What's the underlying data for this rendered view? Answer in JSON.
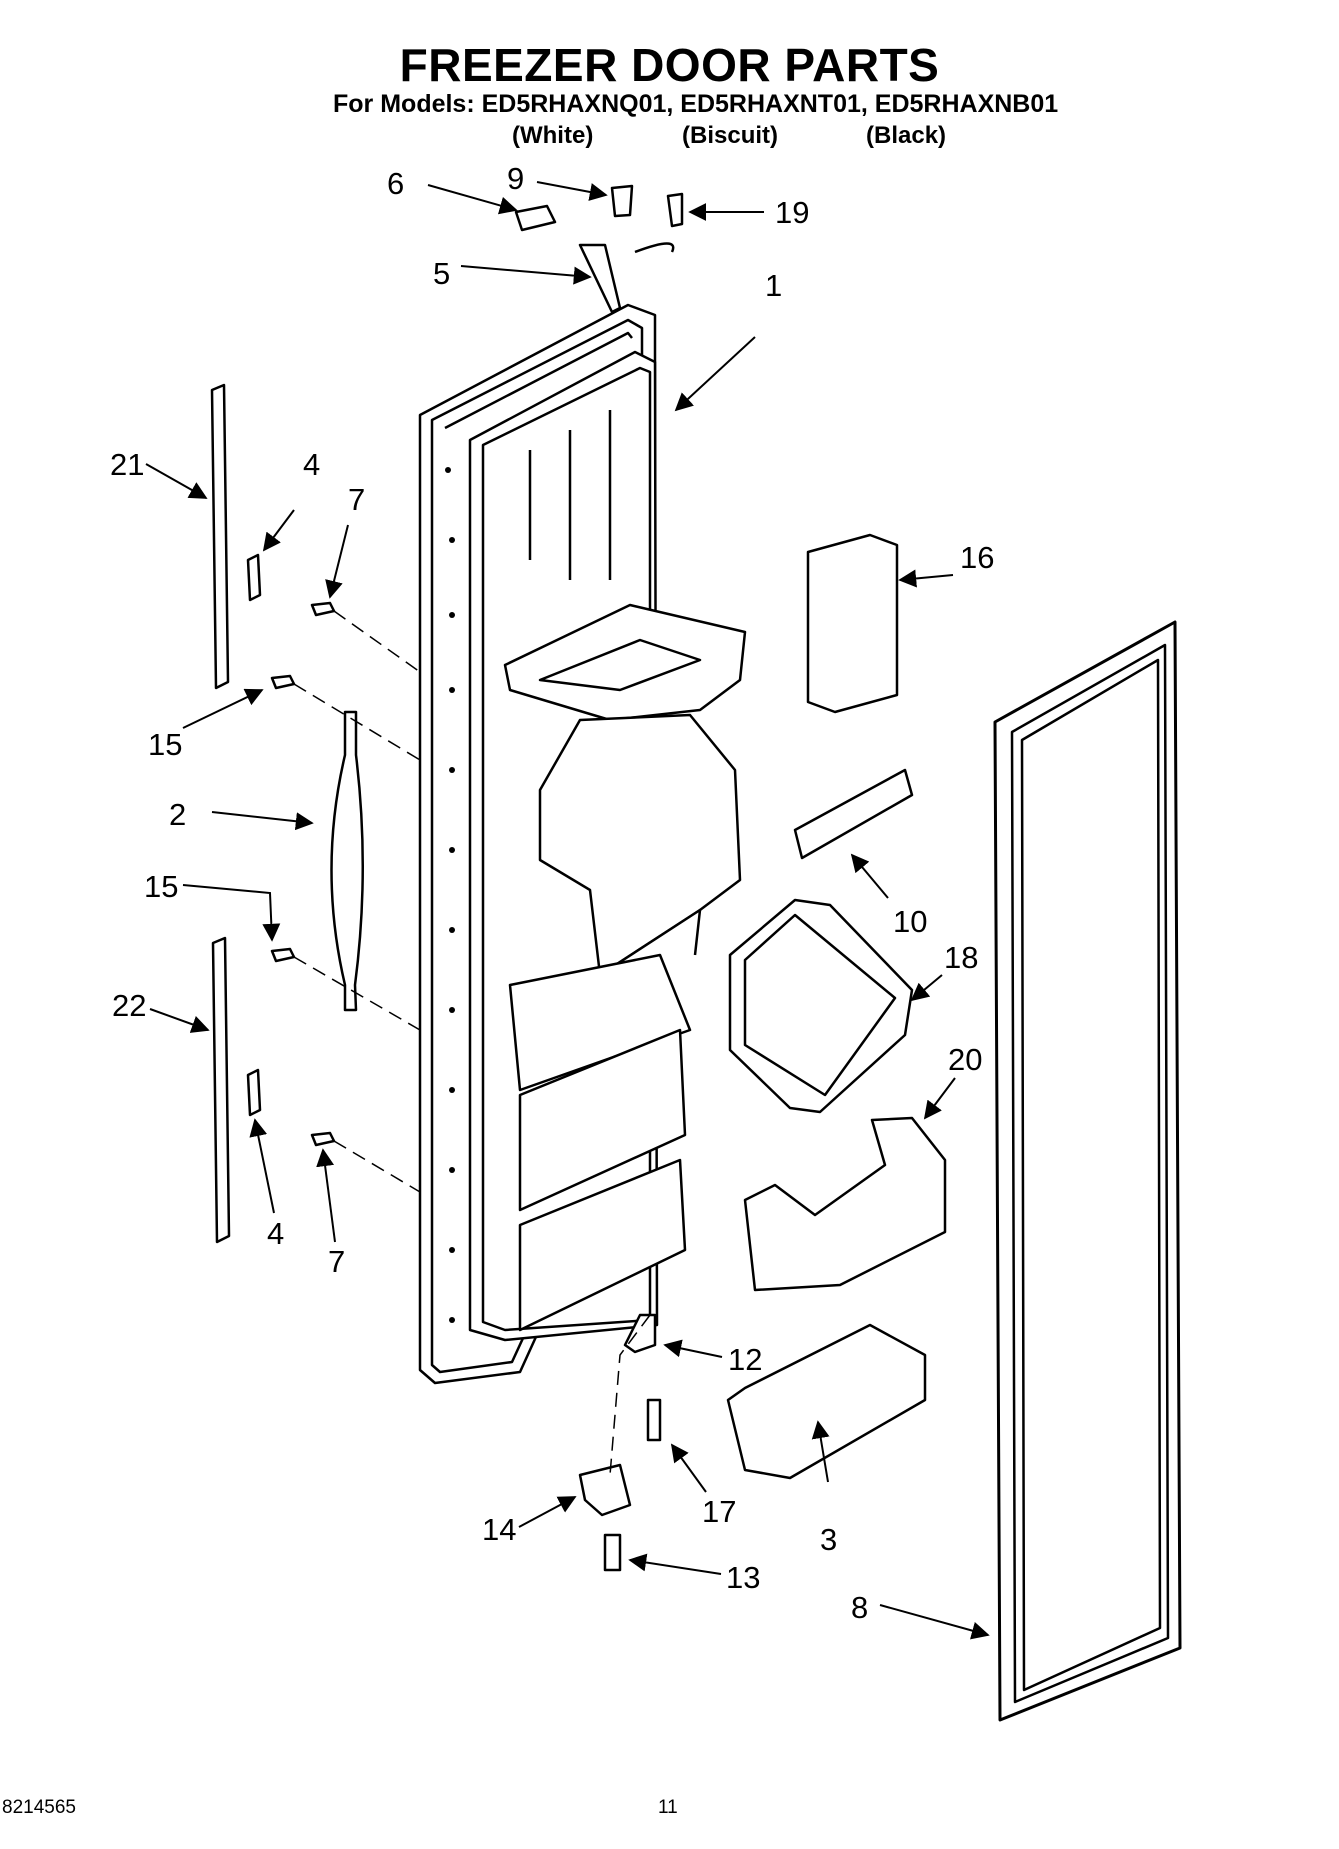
{
  "header": {
    "title": "FREEZER DOOR PARTS",
    "models_line": "For Models: ED5RHAXNQ01, ED5RHAXNT01, ED5RHAXNB01",
    "variants": [
      "(White)",
      "(Biscuit)",
      "(Black)"
    ]
  },
  "callouts": [
    "1",
    "2",
    "3",
    "4",
    "4",
    "5",
    "6",
    "7",
    "7",
    "8",
    "9",
    "10",
    "12",
    "13",
    "14",
    "15",
    "15",
    "16",
    "17",
    "18",
    "19",
    "20",
    "21",
    "22"
  ],
  "footer": {
    "doc_number": "8214565",
    "page_number": "11"
  }
}
